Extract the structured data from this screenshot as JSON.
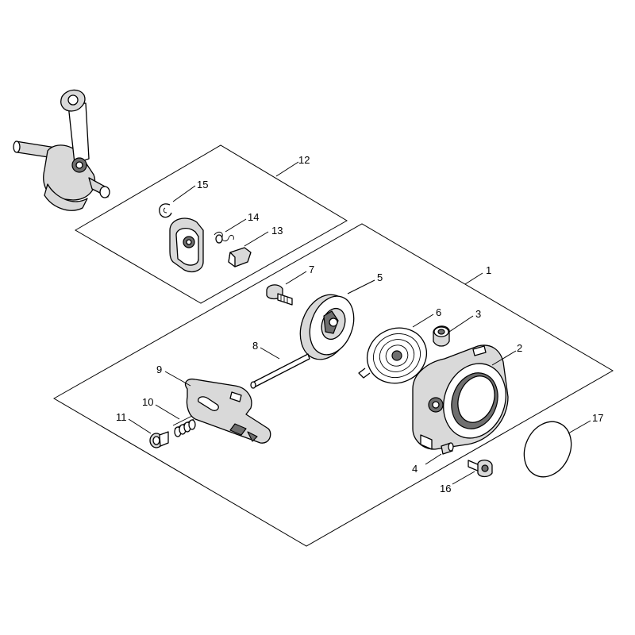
{
  "diagram": {
    "callouts": [
      {
        "id": "1",
        "text": "1"
      },
      {
        "id": "2",
        "text": "2"
      },
      {
        "id": "3",
        "text": "3"
      },
      {
        "id": "4",
        "text": "4"
      },
      {
        "id": "5",
        "text": "5"
      },
      {
        "id": "6",
        "text": "6"
      },
      {
        "id": "7",
        "text": "7"
      },
      {
        "id": "8",
        "text": "8"
      },
      {
        "id": "9",
        "text": "9"
      },
      {
        "id": "10",
        "text": "10"
      },
      {
        "id": "11",
        "text": "11"
      },
      {
        "id": "12",
        "text": "12"
      },
      {
        "id": "13",
        "text": "13"
      },
      {
        "id": "14",
        "text": "14"
      },
      {
        "id": "15",
        "text": "15"
      },
      {
        "id": "16",
        "text": "16"
      },
      {
        "id": "17",
        "text": "17"
      }
    ],
    "colors": {
      "line": "#000000",
      "fill_light": "#d9d9d9",
      "fill_dark": "#6f6f6f"
    }
  }
}
